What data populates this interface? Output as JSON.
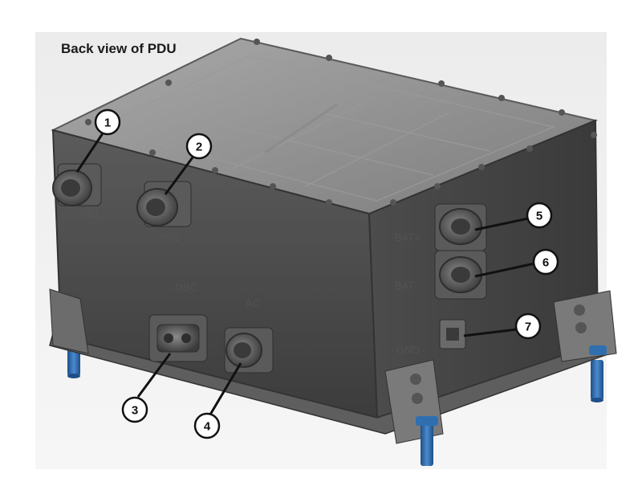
{
  "title": "Back view of PDU",
  "callouts": [
    {
      "id": "1",
      "label": "1"
    },
    {
      "id": "2",
      "label": "2"
    },
    {
      "id": "3",
      "label": "3"
    },
    {
      "id": "4",
      "label": "4"
    },
    {
      "id": "5",
      "label": "5"
    },
    {
      "id": "6",
      "label": "6"
    },
    {
      "id": "7",
      "label": "7"
    }
  ],
  "colors": {
    "backdrop": "#e9e9e9",
    "housing_dark": "#4a4a4a",
    "housing_top": "#8c8c8c",
    "bolt_blue": "#2f6fb0",
    "callout_fill": "#ffffff",
    "callout_stroke": "#111111"
  }
}
